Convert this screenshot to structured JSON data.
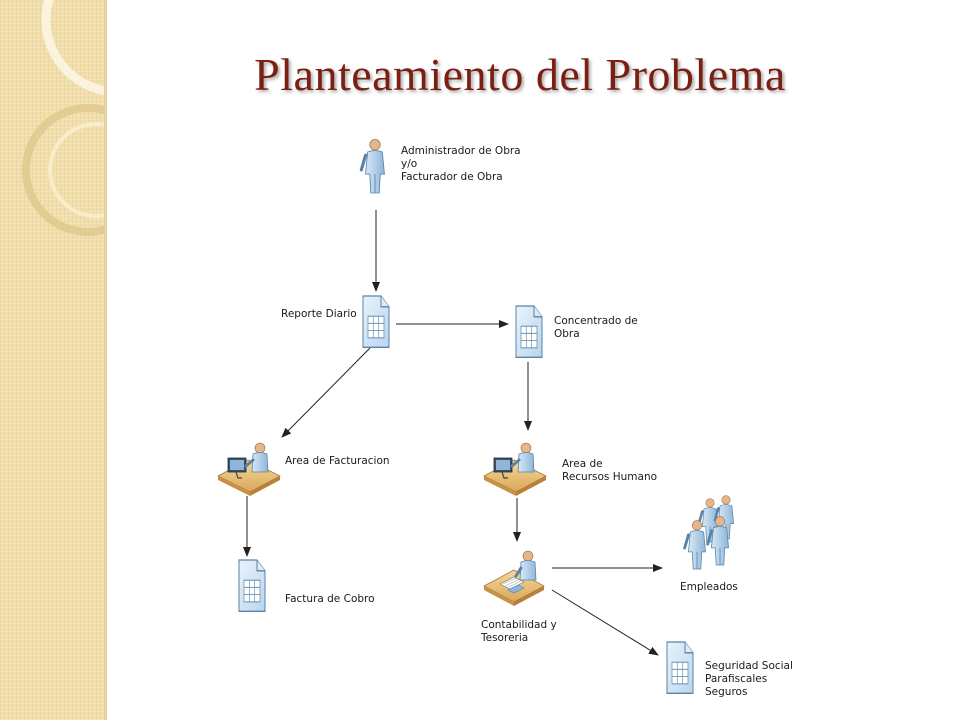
{
  "title": "Planteamiento del Problema",
  "colors": {
    "title": "#7a1f12",
    "sidebar": "#f1deaa",
    "icon_fill": "#b9d5ee",
    "icon_stroke": "#5a83a8",
    "desk": "#e6b76a"
  },
  "nodes": {
    "administrador": {
      "label_lines": [
        "Administrador de Obra",
        "y/o",
        "Facturador de Obra"
      ],
      "icon": "person-icon"
    },
    "reporte": {
      "label": "Reporte Diario",
      "icon": "document-icon"
    },
    "concentrado": {
      "label_lines": [
        "Concentrado de",
        "Obra"
      ],
      "icon": "document-icon"
    },
    "facturacion": {
      "label": "Area de Facturacion",
      "icon": "workstation-icon"
    },
    "recursos": {
      "label_lines": [
        "Area de",
        "Recursos Humano"
      ],
      "icon": "workstation-icon"
    },
    "factura": {
      "label": "Factura de Cobro",
      "icon": "document-icon"
    },
    "contabilidad": {
      "label_lines": [
        "Contabilidad y",
        "Tesoreria"
      ],
      "icon": "accounting-desk-icon"
    },
    "empleados": {
      "label": "Empleados",
      "icon": "group-icon"
    },
    "seguridad": {
      "label_lines": [
        "Seguridad Social",
        "Parafiscales",
        "Seguros"
      ],
      "icon": "document-icon"
    }
  },
  "edges": [
    {
      "from": "administrador",
      "to": "reporte"
    },
    {
      "from": "reporte",
      "to": "concentrado"
    },
    {
      "from": "reporte",
      "to": "facturacion"
    },
    {
      "from": "concentrado",
      "to": "recursos"
    },
    {
      "from": "facturacion",
      "to": "factura"
    },
    {
      "from": "recursos",
      "to": "contabilidad"
    },
    {
      "from": "contabilidad",
      "to": "empleados"
    },
    {
      "from": "contabilidad",
      "to": "seguridad"
    }
  ]
}
